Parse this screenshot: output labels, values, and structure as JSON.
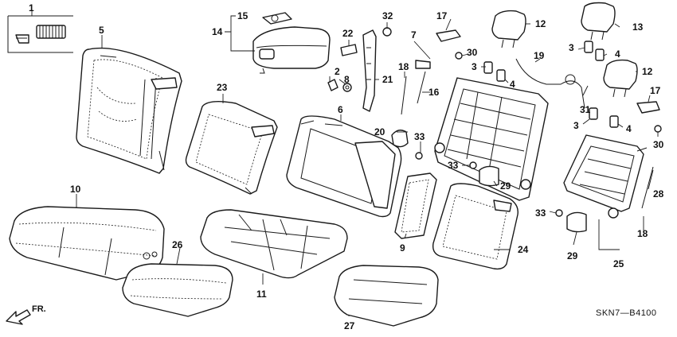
{
  "diagram": {
    "diagram_code": "SKN7—B4100",
    "direction_label": "FR.",
    "colors": {
      "line": "#1a1a1a",
      "background": "#ffffff",
      "text": "#111111"
    },
    "icons": [
      "front-direction-arrow-icon"
    ],
    "callouts": [
      {
        "id": "c1",
        "text": "1"
      },
      {
        "id": "c2",
        "text": "2"
      },
      {
        "id": "c3a",
        "text": "3"
      },
      {
        "id": "c3b",
        "text": "3"
      },
      {
        "id": "c3c",
        "text": "3"
      },
      {
        "id": "c4a",
        "text": "4"
      },
      {
        "id": "c4b",
        "text": "4"
      },
      {
        "id": "c4c",
        "text": "4"
      },
      {
        "id": "c5",
        "text": "5"
      },
      {
        "id": "c6",
        "text": "6"
      },
      {
        "id": "c7",
        "text": "7"
      },
      {
        "id": "c8",
        "text": "8"
      },
      {
        "id": "c9",
        "text": "9"
      },
      {
        "id": "c10",
        "text": "10"
      },
      {
        "id": "c11",
        "text": "11"
      },
      {
        "id": "c12a",
        "text": "12"
      },
      {
        "id": "c12b",
        "text": "12"
      },
      {
        "id": "c13",
        "text": "13"
      },
      {
        "id": "c14",
        "text": "14"
      },
      {
        "id": "c15",
        "text": "15"
      },
      {
        "id": "c16",
        "text": "16"
      },
      {
        "id": "c17a",
        "text": "17"
      },
      {
        "id": "c17b",
        "text": "17"
      },
      {
        "id": "c18a",
        "text": "18"
      },
      {
        "id": "c18b",
        "text": "18"
      },
      {
        "id": "c19",
        "text": "19"
      },
      {
        "id": "c20",
        "text": "20"
      },
      {
        "id": "c21",
        "text": "21"
      },
      {
        "id": "c22",
        "text": "22"
      },
      {
        "id": "c23",
        "text": "23"
      },
      {
        "id": "c24",
        "text": "24"
      },
      {
        "id": "c25",
        "text": "25"
      },
      {
        "id": "c26",
        "text": "26"
      },
      {
        "id": "c27",
        "text": "27"
      },
      {
        "id": "c28",
        "text": "28"
      },
      {
        "id": "c29a",
        "text": "29"
      },
      {
        "id": "c29b",
        "text": "29"
      },
      {
        "id": "c30a",
        "text": "30"
      },
      {
        "id": "c30b",
        "text": "30"
      },
      {
        "id": "c31",
        "text": "31"
      },
      {
        "id": "c32",
        "text": "32"
      },
      {
        "id": "c33a",
        "text": "33"
      },
      {
        "id": "c33b",
        "text": "33"
      },
      {
        "id": "c33c",
        "text": "33"
      }
    ]
  }
}
